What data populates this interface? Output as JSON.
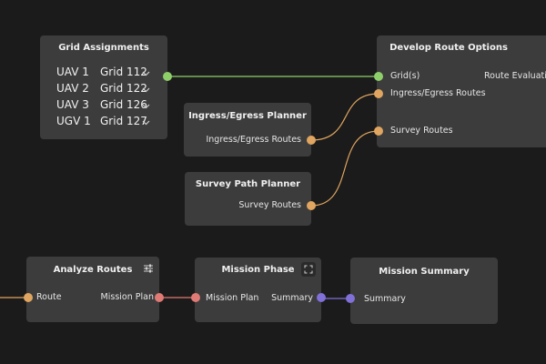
{
  "colors": {
    "background": "#1b1b1b",
    "node": "#3c3c3c",
    "green": "#8fcf6a",
    "orange": "#e0a560",
    "red": "#e07a74",
    "purple": "#8070d8"
  },
  "grid_assignments": {
    "title": "Grid Assignments",
    "rows": [
      {
        "vehicle": "UAV 1",
        "grid": "Grid 112"
      },
      {
        "vehicle": "UAV 2",
        "grid": "Grid 122"
      },
      {
        "vehicle": "UAV 3",
        "grid": "Grid 126"
      },
      {
        "vehicle": "UGV 1",
        "grid": "Grid 127"
      }
    ],
    "icon": "chevron-down-icon"
  },
  "develop_route_options": {
    "title": "Develop Route Options",
    "inputs": [
      "Grid(s)",
      "Ingress/Egress Routes",
      "Survey Routes"
    ],
    "output": "Route Evaluation"
  },
  "ingress_egress_planner": {
    "title": "Ingress/Egress Planner",
    "output": "Ingress/Egress Routes"
  },
  "survey_path_planner": {
    "title": "Survey Path Planner",
    "output": "Survey Routes"
  },
  "analyze_routes": {
    "title": "Analyze Routes",
    "input": "Route",
    "output": "Mission Plan",
    "icon": "sliders-icon"
  },
  "mission_phase": {
    "title": "Mission Phase",
    "input": "Mission Plan",
    "output": "Summary",
    "icon": "expand-icon"
  },
  "mission_summary": {
    "title": "Mission Summary",
    "input": "Summary"
  }
}
